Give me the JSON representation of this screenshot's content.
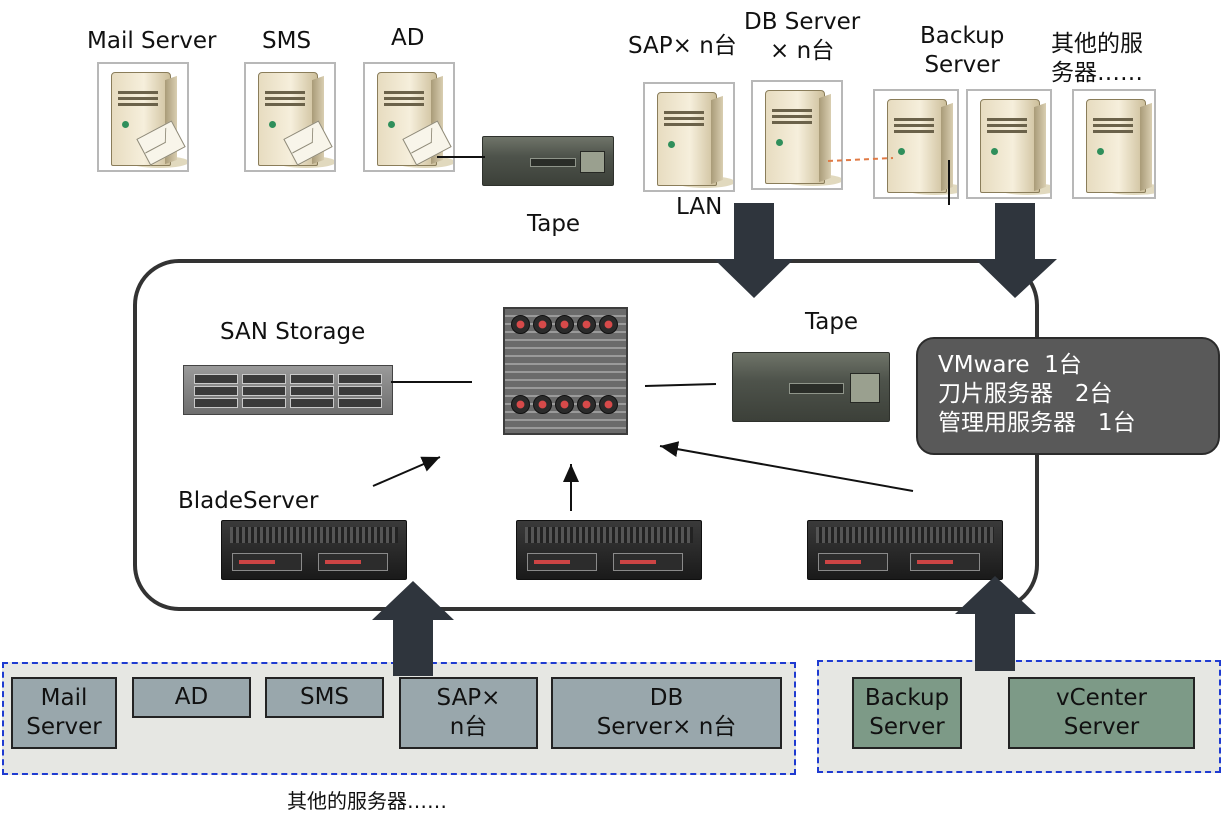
{
  "top_servers": {
    "mail_server": "Mail Server",
    "sms": "SMS",
    "ad": "AD",
    "sap": "SAP× n台",
    "db_server": "DB Server\n× n台",
    "backup_server": "Backup\nServer",
    "other": "其他的服\n务器……"
  },
  "labels": {
    "tape_top": "Tape",
    "lan": "LAN",
    "san_storage": "SAN Storage",
    "tape_mid": "Tape",
    "blade_server": "BladeServer"
  },
  "infobox": {
    "line1": "VMware  1台",
    "line2": "刀片服务器   2台",
    "line3": "管理用服务器   1台"
  },
  "bottom_left": {
    "boxes": [
      {
        "label": "Mail\nServer"
      },
      {
        "label": "AD"
      },
      {
        "label": "SMS"
      },
      {
        "label": "SAP×\nn台"
      },
      {
        "label": "DB\nServer× n台"
      }
    ],
    "caption": "其他的服务器……"
  },
  "bottom_right": {
    "boxes": [
      {
        "label": "Backup\nServer"
      },
      {
        "label": "vCenter\nServer"
      }
    ]
  },
  "colors": {
    "dash_border": "#1f3bd1",
    "box_gray": "#99a7ac",
    "box_green": "#7d9a87",
    "arrow": "#2f353d",
    "infobox_bg": "#595959"
  }
}
